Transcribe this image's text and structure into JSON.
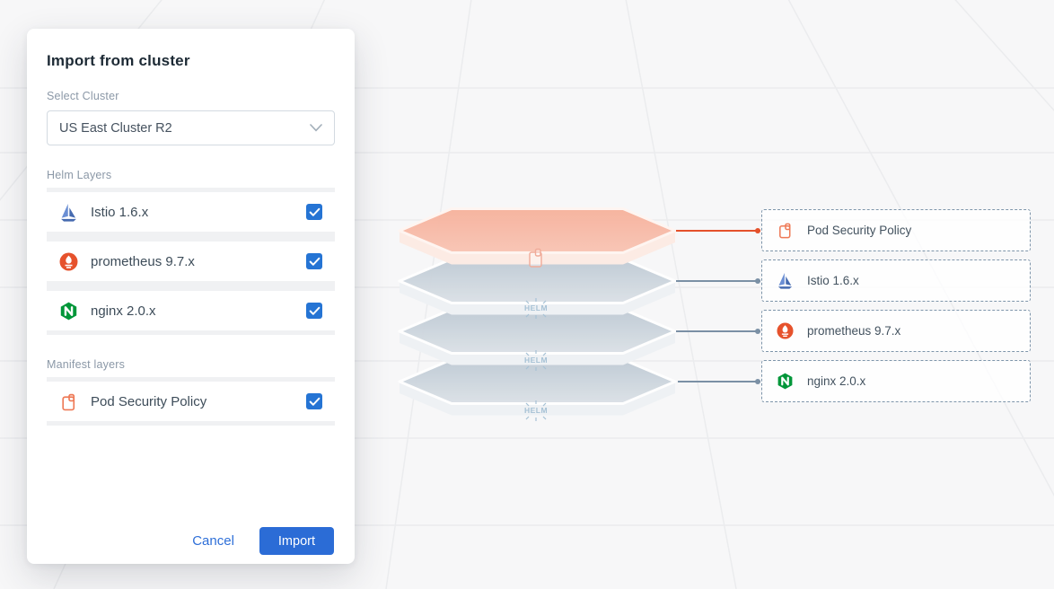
{
  "modal": {
    "title": "Import from cluster",
    "select_cluster": {
      "label": "Select Cluster",
      "value": "US East Cluster R2"
    },
    "helm_section_label": "Helm Layers",
    "helm_layers": [
      {
        "name": "Istio 1.6.x",
        "icon": "istio-icon",
        "checked": true
      },
      {
        "name": "prometheus 9.7.x",
        "icon": "prometheus-icon",
        "checked": true
      },
      {
        "name": "nginx 2.0.x",
        "icon": "nginx-icon",
        "checked": true
      }
    ],
    "manifest_section_label": "Manifest layers",
    "manifest_layers": [
      {
        "name": "Pod Security Policy",
        "icon": "document-icon",
        "checked": true
      }
    ],
    "footer": {
      "cancel_label": "Cancel",
      "import_label": "Import"
    }
  },
  "diagram": {
    "helm_badge_text": "HELM",
    "stack_layers": [
      {
        "label": "Pod Security Policy",
        "type": "manifest",
        "face_color": "#f6b5a1"
      },
      {
        "label": "Istio 1.6.x",
        "type": "helm",
        "face_color": "#c6d0d9"
      },
      {
        "label": "prometheus 9.7.x",
        "type": "helm",
        "face_color": "#c6d0d9"
      },
      {
        "label": "nginx 2.0.x",
        "type": "helm",
        "face_color": "#c6d0d9"
      }
    ],
    "labels": [
      {
        "label": "Pod Security Policy",
        "icon": "document-icon"
      },
      {
        "label": "Istio 1.6.x",
        "icon": "istio-icon"
      },
      {
        "label": "prometheus 9.7.x",
        "icon": "prometheus-icon"
      },
      {
        "label": "nginx 2.0.x",
        "icon": "nginx-icon"
      }
    ]
  },
  "colors": {
    "accent_blue": "#2b6cd6",
    "checkbox_blue": "#2574d4",
    "connector_orange": "#e4512b",
    "connector_gray": "#7b90a5",
    "manifest_salmon": "#f6b5a1",
    "prometheus_orange": "#e6522c",
    "nginx_green": "#009639",
    "istio_blue": "#466bb0",
    "doc_icon_orange": "#ee7a57",
    "dashed_border": "#7e95aa",
    "page_background": "#f7f7f8"
  }
}
